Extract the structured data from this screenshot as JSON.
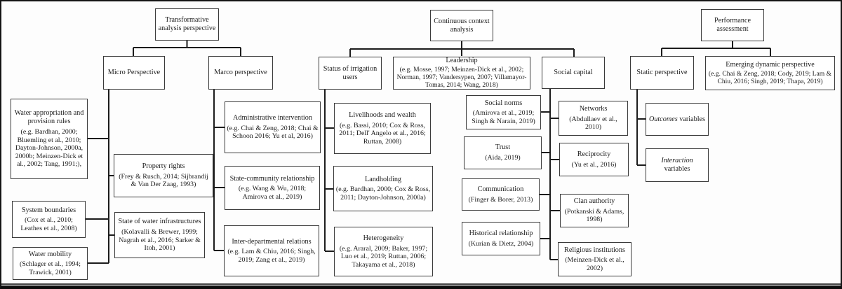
{
  "nodes": {
    "transformative": {
      "title": "Transformative analysis perspective"
    },
    "continuous": {
      "title": "Continuous context analysis"
    },
    "performance": {
      "title": "Performance assessment"
    },
    "micro": {
      "title": "Micro Perspective"
    },
    "marco": {
      "title": "Marco perspective"
    },
    "status_irrigation": {
      "title": "Status of irrigation users"
    },
    "leadership": {
      "title": "Leadership",
      "refs": "(e.g. Mosse, 1997; Meinzen-Dick et al., 2002; Norman, 1997; Vandersypen, 2007; Villamayor-Tomas, 2014; Wang, 2018)"
    },
    "social_capital": {
      "title": "Social capital"
    },
    "static_perspective": {
      "title": "Static perspective"
    },
    "emerging_dynamic": {
      "title": "Emerging dynamic perspective",
      "refs": "(e.g. Chai & Zeng, 2018; Cody, 2019; Lam & Chiu, 2016; Singh, 2019; Thapa, 2019)"
    },
    "water_appropriation": {
      "title": "Water appropriation and provision rules",
      "refs": "(e.g. Bardhan, 2000; Bluemling et al., 2010; Dayton-Johnson, 2000a, 2000b; Meinzen-Dick et al., 2002; Tang, 1991;),"
    },
    "property_rights": {
      "title": "Property rights",
      "refs": "(Frey & Rusch, 2014; Sijbrandij & Van Der Zaag, 1993)"
    },
    "system_boundaries": {
      "title": "System boundaries",
      "refs": "(Cox et al., 2010; Leathes et al., 2008)"
    },
    "state_water_infrastructures": {
      "title": "State of water infrastructures",
      "refs": "(Kolavalli & Brewer, 1999; Nagrah et al., 2016; Sarker & Itoh, 2001)"
    },
    "water_mobility": {
      "title": "Water mobility",
      "refs": "(Schlager et al., 1994; Trawick, 2001)"
    },
    "administrative_intervention": {
      "title": "Administrative intervention",
      "refs": "(e.g. Chai & Zeng, 2018; Chai & Schoon 2016; Yu et al, 2016)"
    },
    "state_community": {
      "title": "State-community relationship",
      "refs": "(e.g. Wang & Wu, 2018; Amirova et al., 2019)"
    },
    "inter_departmental": {
      "title": "Inter-departmental relations",
      "refs": "(e.g. Lam & Chiu, 2016; Singh, 2019; Zang et al., 2019)"
    },
    "livelihoods": {
      "title": "Livelihoods and wealth",
      "refs": "(e.g. Bassi, 2010; Cox & Ross, 2011; Dell' Angelo et al., 2016; Ruttan, 2008)"
    },
    "landholding": {
      "title": "Landholding",
      "refs": "(e.g. Bardhan, 2000; Cox & Ross, 2011; Dayton-Johnson, 2000a)"
    },
    "heterogeneity": {
      "title": "Heterogeneity",
      "refs": "(e.g. Araral, 2009; Baker, 1997; Luo et al., 2019; Ruttan, 2006; Takayama et al., 2018)"
    },
    "social_norms": {
      "title": "Social norms",
      "refs": "(Amirova et al., 2019; Singh & Narain, 2019)"
    },
    "trust": {
      "title": "Trust",
      "refs": "(Aida, 2019)"
    },
    "communication": {
      "title": "Communication",
      "refs": "(Finger & Borer, 2013)"
    },
    "historical_relationship": {
      "title": "Historical relationship",
      "refs": "(Kurian & Dietz, 2004)"
    },
    "networks": {
      "title": "Networks",
      "refs": "(Abdullaev et al., 2010)"
    },
    "reciprocity": {
      "title": "Reciprocity",
      "refs": "(Yu et al., 2016)"
    },
    "clan_authority": {
      "title": "Clan authority",
      "refs": "(Potkanski & Adams, 1998)"
    },
    "religious_institutions": {
      "title": "Religious institutions",
      "refs": "(Meinzen-Dick et al., 2002)"
    },
    "outcomes_variables": {
      "em": "Outcomes",
      "rest": " variables"
    },
    "interaction_variables": {
      "em": "Interaction",
      "rest": " variables"
    }
  },
  "line_color": "#1c1c1c"
}
